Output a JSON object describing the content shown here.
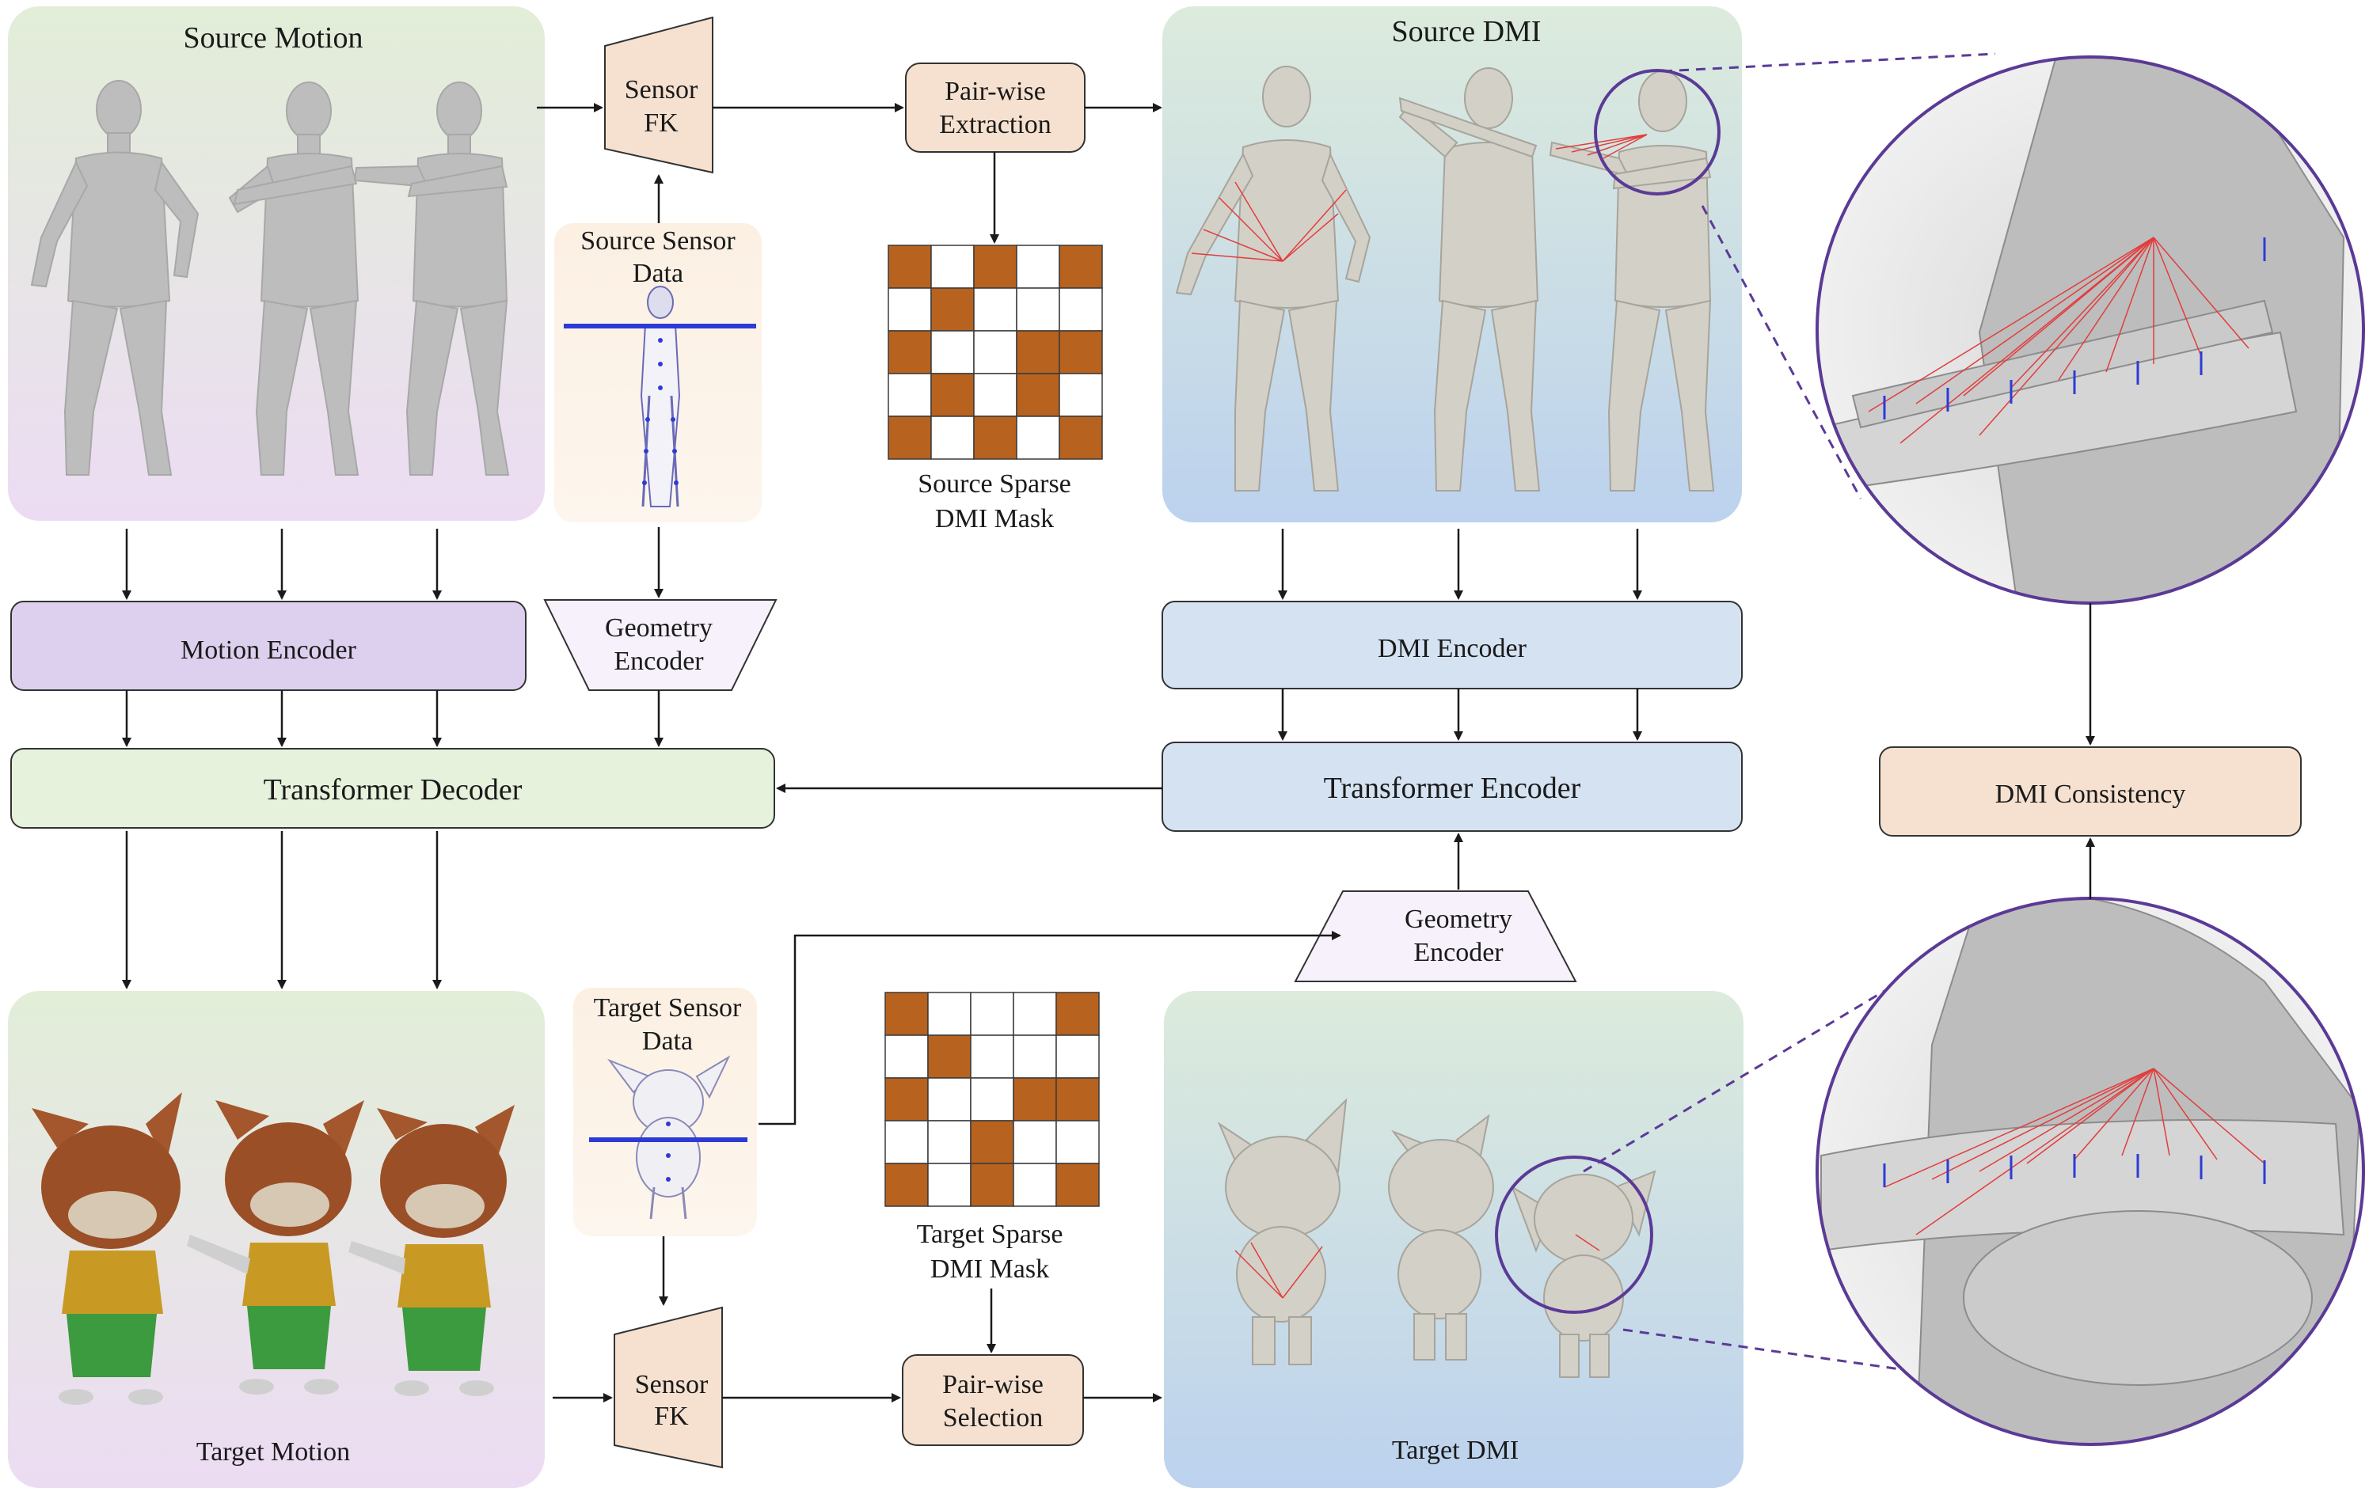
{
  "panels": {
    "source_motion": {
      "title": "Source Motion"
    },
    "source_dmi": {
      "title": "Source DMI"
    },
    "target_motion": {
      "title": "Target Motion"
    },
    "target_dmi": {
      "title": "Target DMI"
    },
    "source_sensor_data": {
      "line1": "Source Sensor",
      "line2": "Data"
    },
    "target_sensor_data": {
      "line1": "Target Sensor",
      "line2": "Data"
    }
  },
  "blocks": {
    "source_sensor_fk": {
      "line1": "Sensor",
      "line2": "FK"
    },
    "target_sensor_fk": {
      "line1": "Sensor",
      "line2": "FK"
    },
    "pairwise_extraction": {
      "line1": "Pair-wise",
      "line2": "Extraction"
    },
    "pairwise_selection": {
      "line1": "Pair-wise",
      "line2": "Selection"
    },
    "motion_encoder": "Motion Encoder",
    "geometry_encoder_source": {
      "line1": "Geometry",
      "line2": "Encoder"
    },
    "geometry_encoder_target": {
      "line1": "Geometry",
      "line2": "Encoder"
    },
    "dmi_encoder": "DMI Encoder",
    "transformer_decoder": "Transformer Decoder",
    "transformer_encoder": "Transformer Encoder",
    "dmi_consistency": "DMI Consistency"
  },
  "masks": {
    "source": {
      "caption_line1": "Source Sparse",
      "caption_line2": "DMI Mask",
      "grid": [
        [
          1,
          0,
          1,
          0,
          1
        ],
        [
          0,
          1,
          0,
          0,
          0
        ],
        [
          1,
          0,
          0,
          1,
          1
        ],
        [
          0,
          1,
          0,
          1,
          0
        ],
        [
          1,
          0,
          1,
          0,
          1
        ]
      ]
    },
    "target": {
      "caption_line1": "Target Sparse",
      "caption_line2": "DMI Mask",
      "grid": [
        [
          1,
          0,
          0,
          0,
          1
        ],
        [
          0,
          1,
          0,
          0,
          0
        ],
        [
          1,
          0,
          0,
          1,
          1
        ],
        [
          0,
          0,
          1,
          0,
          0
        ],
        [
          1,
          0,
          1,
          0,
          1
        ]
      ]
    }
  },
  "colors": {
    "mask_fill": "#b8621f",
    "arrow": "#1a1a1a",
    "zoom_circle": "#5b3a96",
    "motion_encoder_fill": "#ddd0ef",
    "dmi_block_fill": "#d4e2f2",
    "decoder_fill": "#e6f2dc",
    "peach_fill": "#f6e1d0",
    "geometry_fill": "#f7f1fb"
  }
}
